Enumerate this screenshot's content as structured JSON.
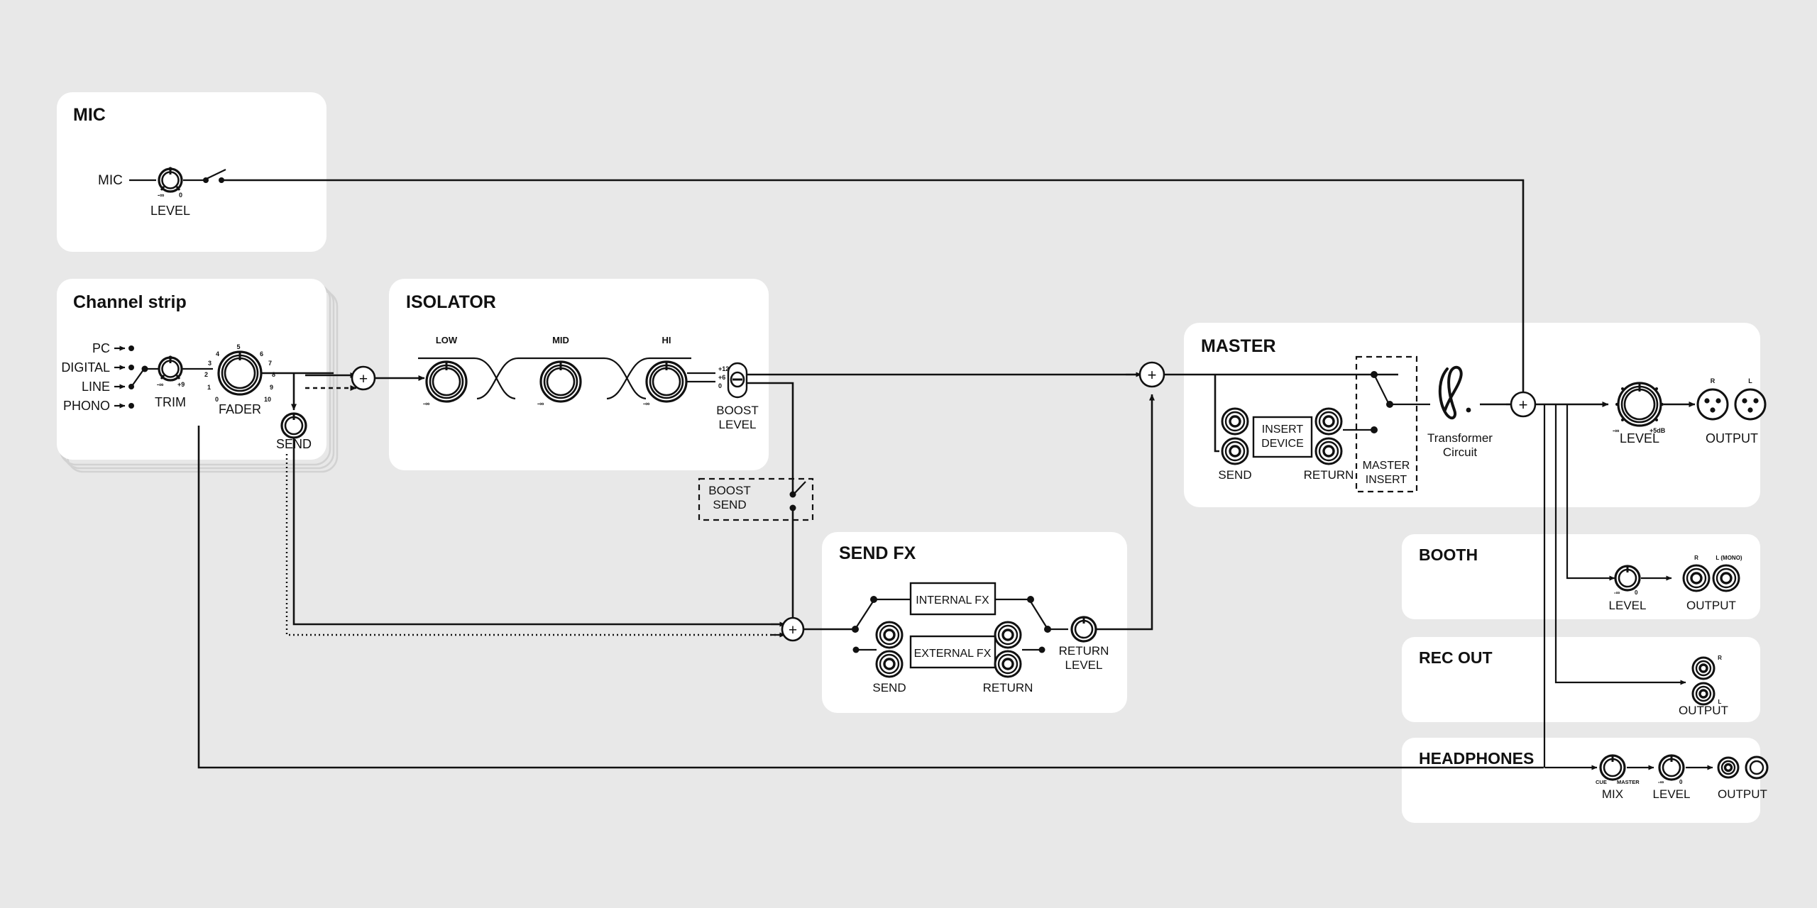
{
  "colors": {
    "background": "#e8e8e8",
    "panel": "#ffffff",
    "ink": "#111111",
    "ghost": "#d2d2d2"
  },
  "panels": {
    "mic": {
      "title": "MIC",
      "input_label": "MIC",
      "knob": {
        "label": "LEVEL",
        "min": "-∞",
        "max": "0"
      }
    },
    "channel_strip": {
      "title": "Channel strip",
      "sources": [
        "PC",
        "DIGITAL",
        "LINE",
        "PHONO"
      ],
      "trim": {
        "label": "TRIM",
        "min": "-∞",
        "max": "+9"
      },
      "fader": {
        "label": "FADER",
        "scale": [
          "0",
          "1",
          "2",
          "3",
          "4",
          "5",
          "6",
          "7",
          "8",
          "9",
          "10"
        ]
      },
      "send": {
        "label": "SEND"
      }
    },
    "isolator": {
      "title": "ISOLATOR",
      "bands": [
        {
          "label": "LOW",
          "min": "-∞"
        },
        {
          "label": "MID",
          "min": "-∞"
        },
        {
          "label": "HI",
          "min": "-∞"
        }
      ],
      "boost": {
        "label_line1": "BOOST",
        "label_line2": "LEVEL",
        "positions": [
          "+12",
          "+6",
          "0"
        ]
      }
    },
    "boost_send": {
      "label_line1": "BOOST",
      "label_line2": "SEND"
    },
    "send_fx": {
      "title": "SEND FX",
      "internal_label": "INTERNAL FX",
      "external_label": "EXTERNAL FX",
      "send_label": "SEND",
      "return_label": "RETURN",
      "return_level": {
        "label_line1": "RETURN",
        "label_line2": "LEVEL"
      }
    },
    "master": {
      "title": "MASTER",
      "send_label": "SEND",
      "return_label": "RETURN",
      "insert_device_line1": "INSERT",
      "insert_device_line2": "DEVICE",
      "master_insert_line1": "MASTER",
      "master_insert_line2": "INSERT",
      "transformer_line1": "Transformer",
      "transformer_line2": "Circuit",
      "level": {
        "label": "LEVEL",
        "min": "-∞",
        "max": "+5dB"
      },
      "output": {
        "label": "OUTPUT",
        "connectors": [
          "R",
          "L"
        ]
      }
    },
    "booth": {
      "title": "BOOTH",
      "level": {
        "label": "LEVEL",
        "min": "-∞",
        "max": "0"
      },
      "output": {
        "label": "OUTPUT",
        "connectors": [
          "R",
          "L (MONO)"
        ]
      }
    },
    "rec_out": {
      "title": "REC OUT",
      "output": {
        "label": "OUTPUT",
        "connectors": [
          "R",
          "L"
        ]
      }
    },
    "headphones": {
      "title": "HEADPHONES",
      "mix": {
        "label": "MIX",
        "min": "CUE",
        "max": "MASTER"
      },
      "level": {
        "label": "LEVEL",
        "min": "-∞",
        "max": "0"
      },
      "output": {
        "label": "OUTPUT"
      }
    }
  },
  "sum_nodes": {
    "symbol": "+",
    "count": 4
  }
}
